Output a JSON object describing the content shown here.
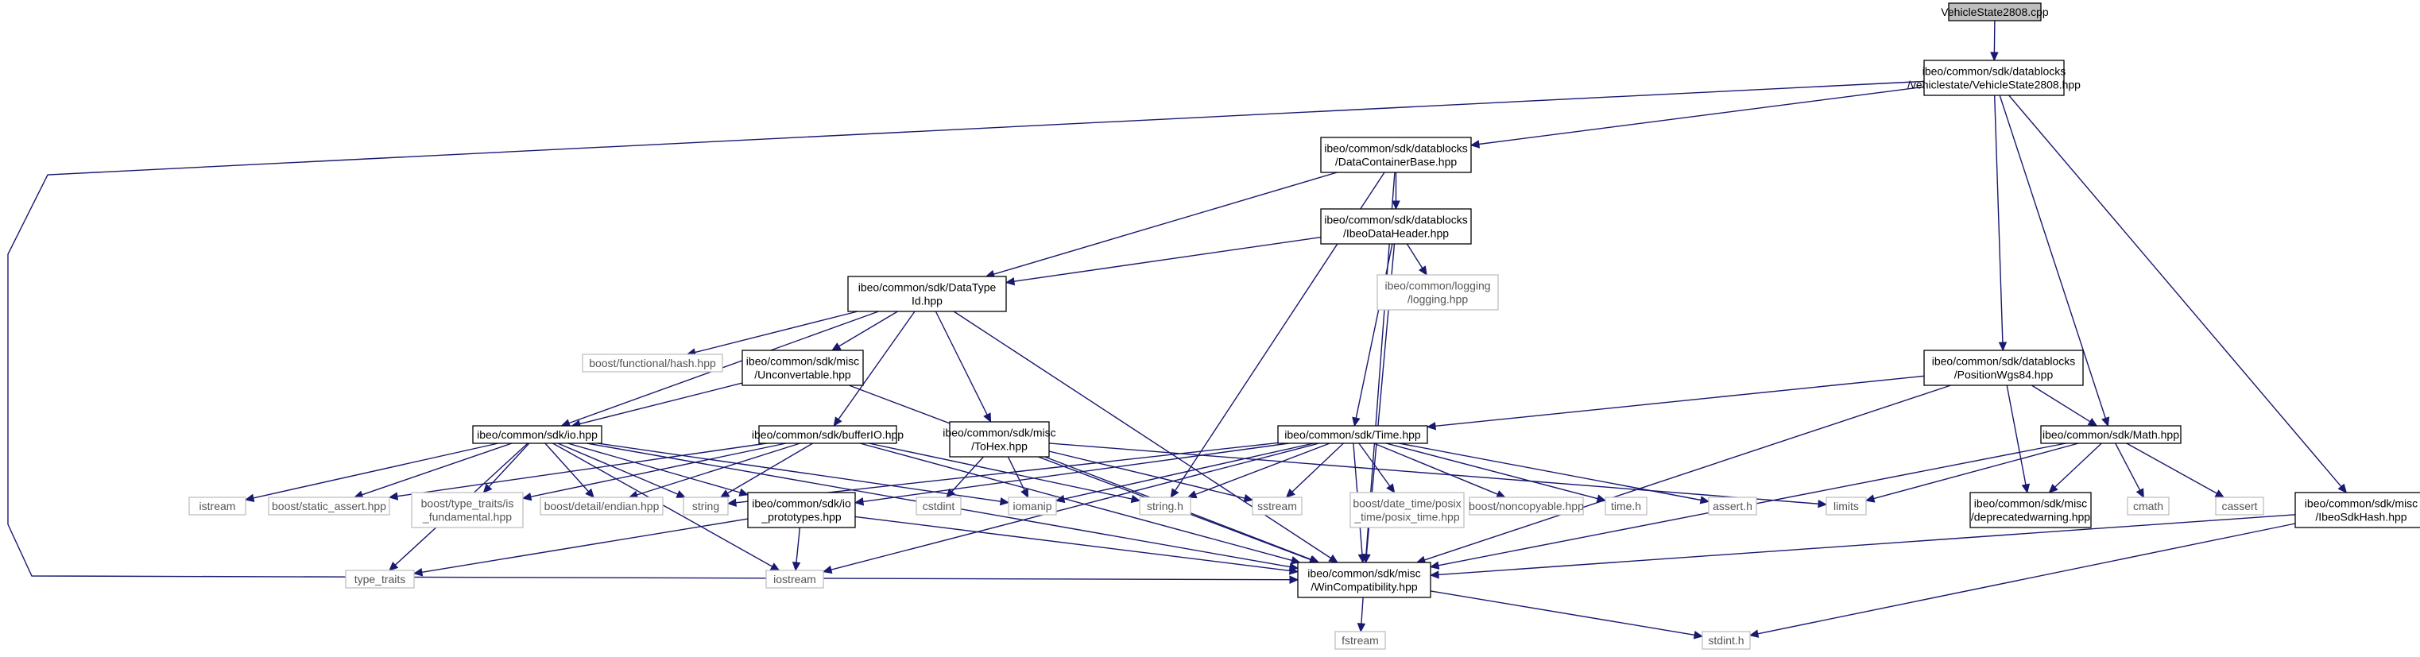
{
  "graph_title": "",
  "colors": {
    "edge": "#191970",
    "root_fill": "#bfbfbf",
    "node_border": "#000000",
    "external_border": "#bfbfbf",
    "external_text": "#555555"
  },
  "nodes": [
    {
      "id": "root",
      "kind": "root",
      "lines": [
        "VehicleState2808.cpp"
      ]
    },
    {
      "id": "vs2808",
      "kind": "main",
      "lines": [
        "ibeo/common/sdk/datablocks",
        "/vehiclestate/VehicleState2808.hpp"
      ]
    },
    {
      "id": "dcb",
      "kind": "main",
      "lines": [
        "ibeo/common/sdk/datablocks",
        "/DataContainerBase.hpp"
      ]
    },
    {
      "id": "idh",
      "kind": "main",
      "lines": [
        "ibeo/common/sdk/datablocks",
        "/IbeoDataHeader.hpp"
      ]
    },
    {
      "id": "logging",
      "kind": "ext",
      "lines": [
        "ibeo/common/logging",
        "/logging.hpp"
      ]
    },
    {
      "id": "dtid",
      "kind": "main",
      "lines": [
        "ibeo/common/sdk/DataType",
        "Id.hpp"
      ]
    },
    {
      "id": "hash",
      "kind": "ext",
      "lines": [
        "boost/functional/hash.hpp"
      ]
    },
    {
      "id": "unconv",
      "kind": "main",
      "lines": [
        "ibeo/common/sdk/misc",
        "/Unconvertable.hpp"
      ]
    },
    {
      "id": "io",
      "kind": "main",
      "lines": [
        "ibeo/common/sdk/io.hpp"
      ]
    },
    {
      "id": "bufio",
      "kind": "main",
      "lines": [
        "ibeo/common/sdk/bufferIO.hpp"
      ]
    },
    {
      "id": "tohex",
      "kind": "main",
      "lines": [
        "ibeo/common/sdk/misc",
        "/ToHex.hpp"
      ]
    },
    {
      "id": "time",
      "kind": "main",
      "lines": [
        "ibeo/common/sdk/Time.hpp"
      ]
    },
    {
      "id": "pwgs",
      "kind": "main",
      "lines": [
        "ibeo/common/sdk/datablocks",
        "/PositionWgs84.hpp"
      ]
    },
    {
      "id": "math",
      "kind": "main",
      "lines": [
        "ibeo/common/sdk/Math.hpp"
      ]
    },
    {
      "id": "sdkhash",
      "kind": "main",
      "lines": [
        "ibeo/common/sdk/misc",
        "/IbeoSdkHash.hpp"
      ]
    },
    {
      "id": "istream",
      "kind": "ext",
      "lines": [
        "istream"
      ]
    },
    {
      "id": "static_assert",
      "kind": "ext",
      "lines": [
        "boost/static_assert.hpp"
      ]
    },
    {
      "id": "typetraits_fund",
      "kind": "ext",
      "lines": [
        "boost/type_traits/is",
        "_fundamental.hpp"
      ]
    },
    {
      "id": "endian",
      "kind": "ext",
      "lines": [
        "boost/detail/endian.hpp"
      ]
    },
    {
      "id": "string",
      "kind": "ext",
      "lines": [
        "string"
      ]
    },
    {
      "id": "ioproto",
      "kind": "main",
      "lines": [
        "ibeo/common/sdk/io",
        "_prototypes.hpp"
      ]
    },
    {
      "id": "cstdint",
      "kind": "ext",
      "lines": [
        "cstdint"
      ]
    },
    {
      "id": "iomanip",
      "kind": "ext",
      "lines": [
        "iomanip"
      ]
    },
    {
      "id": "stringh",
      "kind": "ext",
      "lines": [
        "string.h"
      ]
    },
    {
      "id": "sstream",
      "kind": "ext",
      "lines": [
        "sstream"
      ]
    },
    {
      "id": "posixtime",
      "kind": "ext",
      "lines": [
        "boost/date_time/posix",
        "_time/posix_time.hpp"
      ]
    },
    {
      "id": "noncopyable",
      "kind": "ext",
      "lines": [
        "boost/noncopyable.hpp"
      ]
    },
    {
      "id": "timeh",
      "kind": "ext",
      "lines": [
        "time.h"
      ]
    },
    {
      "id": "asserth",
      "kind": "ext",
      "lines": [
        "assert.h"
      ]
    },
    {
      "id": "limits",
      "kind": "ext",
      "lines": [
        "limits"
      ]
    },
    {
      "id": "deprecated",
      "kind": "main",
      "lines": [
        "ibeo/common/sdk/misc",
        "/deprecatedwarning.hpp"
      ]
    },
    {
      "id": "cmath",
      "kind": "ext",
      "lines": [
        "cmath"
      ]
    },
    {
      "id": "cassert",
      "kind": "ext",
      "lines": [
        "cassert"
      ]
    },
    {
      "id": "typetraits",
      "kind": "ext",
      "lines": [
        "type_traits"
      ]
    },
    {
      "id": "iostream",
      "kind": "ext",
      "lines": [
        "iostream"
      ]
    },
    {
      "id": "wincompat",
      "kind": "main",
      "lines": [
        "ibeo/common/sdk/misc",
        "/WinCompatibility.hpp"
      ]
    },
    {
      "id": "fstream",
      "kind": "ext",
      "lines": [
        "fstream"
      ]
    },
    {
      "id": "stdinth",
      "kind": "ext",
      "lines": [
        "stdint.h"
      ]
    }
  ],
  "edges": [
    [
      "root",
      "vs2808"
    ],
    [
      "vs2808",
      "dcb"
    ],
    [
      "vs2808",
      "wincompat"
    ],
    [
      "vs2808",
      "pwgs"
    ],
    [
      "vs2808",
      "math"
    ],
    [
      "vs2808",
      "sdkhash"
    ],
    [
      "dcb",
      "idh"
    ],
    [
      "dcb",
      "dtid"
    ],
    [
      "dcb",
      "stringh"
    ],
    [
      "dcb",
      "wincompat"
    ],
    [
      "idh",
      "dtid"
    ],
    [
      "idh",
      "logging"
    ],
    [
      "idh",
      "time"
    ],
    [
      "idh",
      "wincompat"
    ],
    [
      "dtid",
      "io"
    ],
    [
      "dtid",
      "hash"
    ],
    [
      "dtid",
      "unconv"
    ],
    [
      "dtid",
      "bufio"
    ],
    [
      "dtid",
      "tohex"
    ],
    [
      "dtid",
      "wincompat"
    ],
    [
      "unconv",
      "io"
    ],
    [
      "unconv",
      "wincompat"
    ],
    [
      "io",
      "istream"
    ],
    [
      "io",
      "static_assert"
    ],
    [
      "io",
      "typetraits_fund"
    ],
    [
      "io",
      "endian"
    ],
    [
      "io",
      "string"
    ],
    [
      "io",
      "ioproto"
    ],
    [
      "io",
      "iomanip"
    ],
    [
      "io",
      "typetraits"
    ],
    [
      "io",
      "iostream"
    ],
    [
      "io",
      "wincompat"
    ],
    [
      "bufio",
      "static_assert"
    ],
    [
      "bufio",
      "typetraits_fund"
    ],
    [
      "bufio",
      "endian"
    ],
    [
      "bufio",
      "string"
    ],
    [
      "bufio",
      "stringh"
    ],
    [
      "bufio",
      "wincompat"
    ],
    [
      "tohex",
      "cstdint"
    ],
    [
      "tohex",
      "iomanip"
    ],
    [
      "tohex",
      "sstream"
    ],
    [
      "tohex",
      "limits"
    ],
    [
      "tohex",
      "wincompat"
    ],
    [
      "time",
      "ioproto"
    ],
    [
      "time",
      "string"
    ],
    [
      "time",
      "iomanip"
    ],
    [
      "time",
      "stringh"
    ],
    [
      "time",
      "sstream"
    ],
    [
      "time",
      "posixtime"
    ],
    [
      "time",
      "noncopyable"
    ],
    [
      "time",
      "timeh"
    ],
    [
      "time",
      "asserth"
    ],
    [
      "time",
      "iostream"
    ],
    [
      "time",
      "wincompat"
    ],
    [
      "ioproto",
      "typetraits"
    ],
    [
      "ioproto",
      "iostream"
    ],
    [
      "ioproto",
      "wincompat"
    ],
    [
      "pwgs",
      "time"
    ],
    [
      "pwgs",
      "math"
    ],
    [
      "pwgs",
      "deprecated"
    ],
    [
      "pwgs",
      "wincompat"
    ],
    [
      "math",
      "limits"
    ],
    [
      "math",
      "deprecated"
    ],
    [
      "math",
      "cmath"
    ],
    [
      "math",
      "cassert"
    ],
    [
      "math",
      "wincompat"
    ],
    [
      "sdkhash",
      "wincompat"
    ],
    [
      "sdkhash",
      "stdinth"
    ],
    [
      "wincompat",
      "fstream"
    ],
    [
      "wincompat",
      "stdinth"
    ]
  ]
}
